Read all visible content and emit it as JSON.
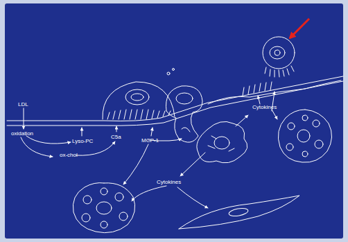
{
  "diagram": {
    "labels": [
      "LDL",
      "oxidation",
      "Lyso-PC",
      "C5a",
      "ox-chol",
      "MCP-1",
      "Cytokines",
      "Cytokines"
    ]
  }
}
